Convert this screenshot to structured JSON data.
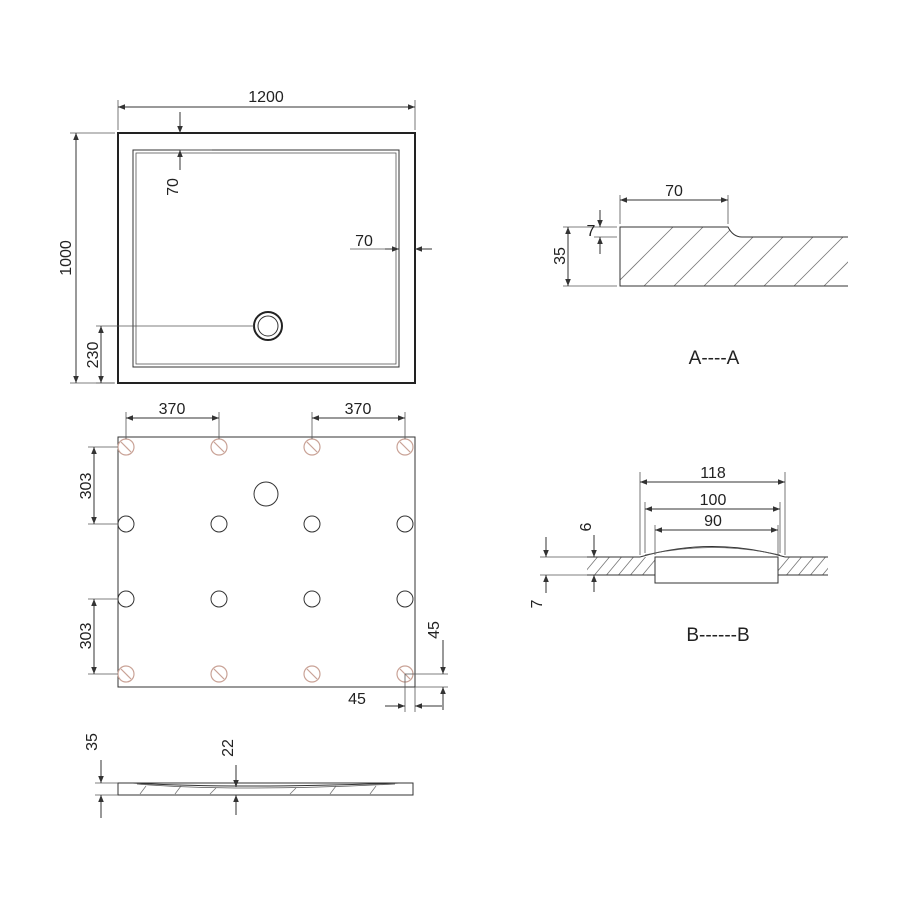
{
  "top_view": {
    "width_label": "1200",
    "height_label": "1000",
    "rim_top_label": "70",
    "rim_side_label": "70",
    "drain_offset_label": "230"
  },
  "section_a": {
    "rim_label": "70",
    "step_label": "7",
    "height_label": "35",
    "title": "A----A"
  },
  "bottom_view": {
    "spacing_left_label": "370",
    "spacing_right_label": "370",
    "row_spacing_top_label": "303",
    "row_spacing_bottom_label": "303",
    "edge_vertical_label": "45",
    "edge_horizontal_label": "45"
  },
  "section_b": {
    "outer_label": "118",
    "mid_label": "100",
    "inner_label": "90",
    "lip_label": "6",
    "thickness_label": "7",
    "title": "B------B"
  },
  "side_view": {
    "height_label": "35",
    "depth_label": "22"
  }
}
